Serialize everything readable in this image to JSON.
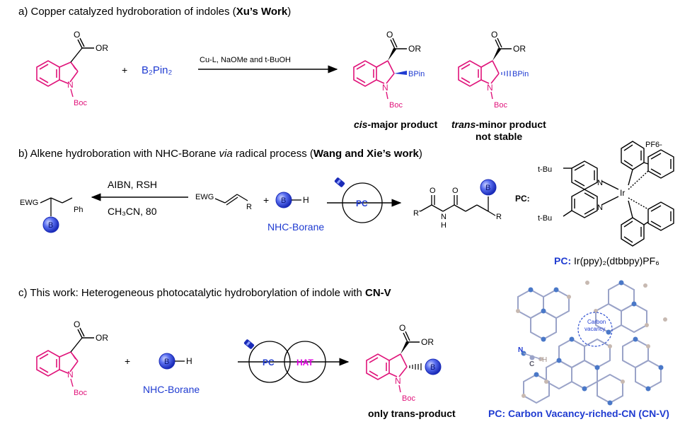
{
  "section_a": {
    "prefix": "a) Copper catalyzed hydroboration of indoles (",
    "author": "Xu’s Work",
    "suffix": ")",
    "reagent": "B₂Pin₂",
    "conditions": "Cu-L, NaOMe and t-BuOH",
    "ester_label": "OR",
    "n_label": "N",
    "boc_label": "Boc",
    "bpin_label": "BPin",
    "cis_prefix": "cis",
    "cis_suffix": "-major product",
    "trans_prefix": "trans",
    "trans_suffix": "-minor product",
    "trans_note": "not stable",
    "plus": "+"
  },
  "section_b": {
    "prefix": "b) Alkene hydroboration with NHC-Borane ",
    "via": "via",
    "mid": " radical process (",
    "author": "Wang and Xie’s work",
    "suffix": ")",
    "conditions_top": "AIBN, RSH",
    "conditions_bottom": "CH₃CN, 80",
    "ewg": "EWG",
    "ph": "Ph",
    "r": "R",
    "r_prime": "R'",
    "h": "H",
    "b": "B",
    "o": "O",
    "n": "N",
    "nhc_borane": "NHC-Borane",
    "pc": "PC",
    "pc_colon": "PC:",
    "tbu": "t-Bu",
    "ir": "Ir",
    "pf6": "PF6-",
    "pc_name_label": "PC:",
    "pc_name": "Ir(ppy)₂(dtbbpy)PF₆",
    "plus": "+"
  },
  "section_c": {
    "prefix": "c) This work: Heterogeneous photocatalytic hydroborylation of indole with ",
    "catalyst": "CN-V",
    "ester_label": "OR",
    "n_label": "N",
    "boc_label": "Boc",
    "b": "B",
    "h": "H",
    "nhc_borane": "NHC-Borane",
    "pc": "PC",
    "hat": "HAT",
    "product_note": "only trans-product",
    "carbon_vacancy": "Carbon vacancy",
    "legend_n": "N",
    "legend_c": "C",
    "legend_h": "H",
    "pc_footer": "PC: Carbon Vacancy-riched-CN (CN-V)",
    "plus": "+"
  },
  "colors": {
    "magenta": "#e0137a",
    "blue": "#1f3bd1",
    "ball": "#3a4fe0",
    "black": "#000000"
  }
}
